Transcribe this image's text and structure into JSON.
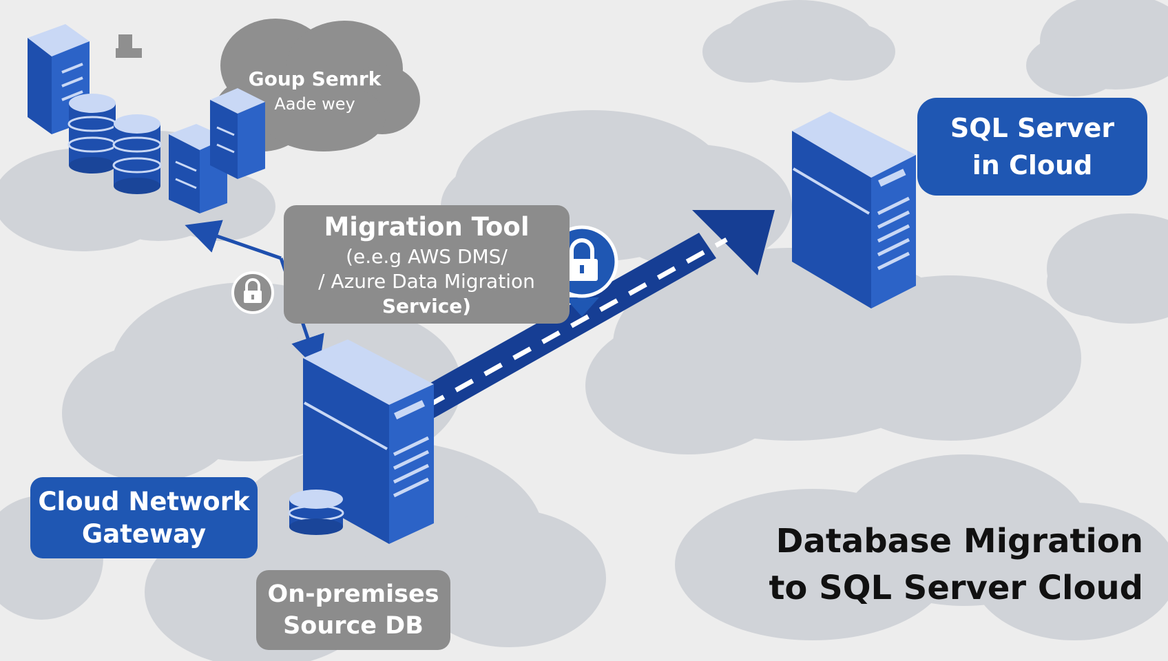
{
  "colors": {
    "background": "#ededed",
    "cloud": "#c8cbd1",
    "cloud_dark": "#8f8f8f",
    "server_blue": "#1e4fae",
    "server_light": "#c9d8f5",
    "arrow": "#163e94",
    "label_blue": "#1f57b3",
    "label_gray": "#8c8c8c"
  },
  "labels": {
    "group_gateway": {
      "line1": "Goup Semrk",
      "line2": "Аade wey"
    },
    "migration_tool": {
      "title": "Migration Tool",
      "line2": "(e.e.g AWS DMS/",
      "line3": "/ Azure Data Migration",
      "line4": "Service)"
    },
    "sql_cloud": {
      "line1": "SQL Server",
      "line2": "in Cloud"
    },
    "cloud_network_gateway": {
      "line1": "Cloud Network",
      "line2": "Gateway"
    },
    "source_db": {
      "line1": "On-premises",
      "line2": "Source DB"
    }
  },
  "title": {
    "line1": "Database Migration",
    "line2": "to SQL Server Cloud"
  },
  "icons": [
    "lock-icon",
    "server-icon",
    "database-icon",
    "cloud-icon",
    "arrow-icon"
  ]
}
